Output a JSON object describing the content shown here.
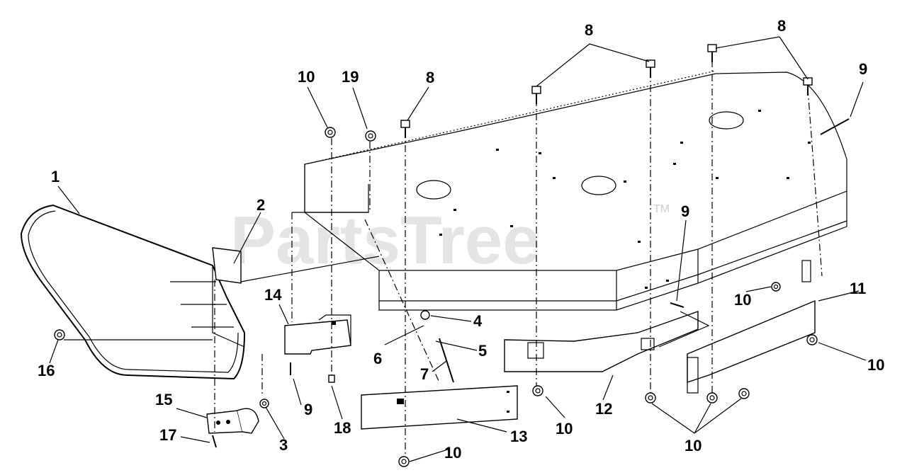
{
  "watermark": {
    "text": "PartsTree",
    "trademark": "TM"
  },
  "callouts": [
    {
      "id": "c-1",
      "label": "1"
    },
    {
      "id": "c-2",
      "label": "2"
    },
    {
      "id": "c-3",
      "label": "3"
    },
    {
      "id": "c-4",
      "label": "4"
    },
    {
      "id": "c-5",
      "label": "5"
    },
    {
      "id": "c-6",
      "label": "6"
    },
    {
      "id": "c-7",
      "label": "7"
    },
    {
      "id": "c-8a",
      "label": "8"
    },
    {
      "id": "c-8b",
      "label": "8"
    },
    {
      "id": "c-8c",
      "label": "8"
    },
    {
      "id": "c-9a",
      "label": "9"
    },
    {
      "id": "c-9b",
      "label": "9"
    },
    {
      "id": "c-9c",
      "label": "9"
    },
    {
      "id": "c-10a",
      "label": "10"
    },
    {
      "id": "c-10b",
      "label": "10"
    },
    {
      "id": "c-10c",
      "label": "10"
    },
    {
      "id": "c-10d",
      "label": "10"
    },
    {
      "id": "c-10e",
      "label": "10"
    },
    {
      "id": "c-10f",
      "label": "10"
    },
    {
      "id": "c-11",
      "label": "11"
    },
    {
      "id": "c-12",
      "label": "12"
    },
    {
      "id": "c-13",
      "label": "13"
    },
    {
      "id": "c-14",
      "label": "14"
    },
    {
      "id": "c-15",
      "label": "15"
    },
    {
      "id": "c-16",
      "label": "16"
    },
    {
      "id": "c-17",
      "label": "17"
    },
    {
      "id": "c-18",
      "label": "18"
    },
    {
      "id": "c-19",
      "label": "19"
    }
  ]
}
